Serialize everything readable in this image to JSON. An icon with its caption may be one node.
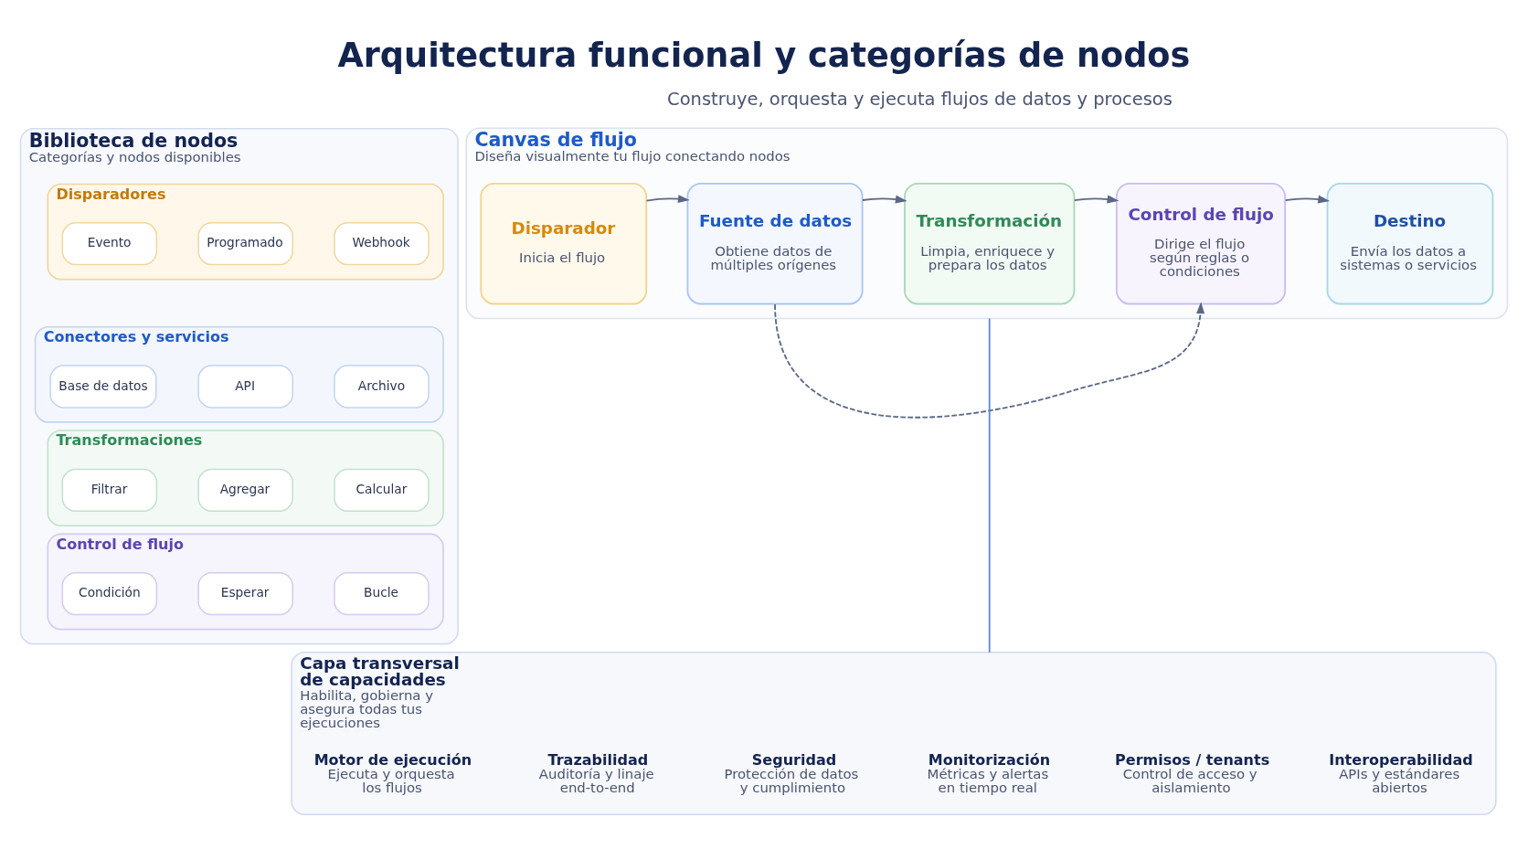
{
  "diagram": {
    "title": "Arquitectura funcional y categorías de nodos",
    "nodes": [
      {
        "text": [
          "Biblioteca de nodos",
          "Categorías y nodos disponibles"
        ]
      },
      {
        "text": [
          "Disparadores"
        ],
        "in": 0
      },
      {
        "text": [
          "Evento"
        ],
        "in": 1
      },
      {
        "text": [
          "Programado"
        ],
        "in": 1
      },
      {
        "text": [
          "Webhook"
        ],
        "in": 1
      },
      {
        "text": [
          "Conectores y servicios"
        ],
        "in": 0
      },
      {
        "text": [
          "Base de datos"
        ],
        "in": 5
      },
      {
        "text": [
          "API"
        ],
        "in": 5
      },
      {
        "text": [
          "Archivo"
        ],
        "in": 5
      },
      {
        "text": [
          "Transformaciones"
        ],
        "in": 0
      },
      {
        "text": [
          "Filtrar"
        ],
        "in": 9
      },
      {
        "text": [
          "Agregar"
        ],
        "in": 9
      },
      {
        "text": [
          "Calcular"
        ],
        "in": 9
      },
      {
        "text": [
          "Control de flujo"
        ],
        "in": 0
      },
      {
        "text": [
          "Condición"
        ],
        "in": 13
      },
      {
        "text": [
          "Esperar"
        ],
        "in": 13
      },
      {
        "text": [
          "Bucle"
        ],
        "in": 13
      },
      {
        "text": [
          "Canvas de flujo",
          "Diseña visualmente tu flujo conectando nodos"
        ]
      },
      {
        "text": [
          "Disparador",
          "Inicia el flujo"
        ],
        "in": 17
      },
      {
        "text": [
          "Fuente de datos",
          "Obtiene datos de múltiples orígenes"
        ],
        "in": 17
      },
      {
        "text": [
          "Transformación",
          "Limpia, enriquece y prepara los datos"
        ],
        "in": 17
      },
      {
        "text": [
          "Control de flujo",
          "Dirige el flujo según reglas o condiciones"
        ],
        "in": 17
      },
      {
        "text": [
          "Destino",
          "Envía los datos a sistemas o servicios"
        ],
        "in": 17
      },
      {
        "text": [
          "Capa transversal de capacidades",
          "Habilita, gobierna y asegura todas tus ejecuciones"
        ]
      },
      {
        "text": [
          "Motor de ejecución",
          "Ejecuta y orquesta los flujos"
        ],
        "in": 23
      },
      {
        "text": [
          "Trazabilidad",
          "Auditoría y linaje end-to-end"
        ],
        "in": 23
      },
      {
        "text": [
          "Seguridad",
          "Protección de datos y cumplimiento"
        ],
        "in": 23
      },
      {
        "text": [
          "Monitorización",
          "Métricas y alertas en tiempo real"
        ],
        "in": 23
      },
      {
        "text": [
          "Permisos / tenants",
          "Control de acceso y aislamiento"
        ],
        "in": 23
      },
      {
        "text": [
          "Interoperabilidad",
          "APIs y estándares abiertos"
        ],
        "in": 23
      }
    ],
    "edges": [
      {
        "from": 18,
        "to": 19,
        "arrow": "to"
      },
      {
        "from": 19,
        "to": 20,
        "arrow": "to"
      },
      {
        "from": 20,
        "to": 21,
        "arrow": "to"
      },
      {
        "from": 21,
        "to": 22,
        "arrow": "to"
      },
      {
        "from": 19,
        "to": 21,
        "arrow": "to",
        "style": "dashed"
      },
      {
        "from": 17,
        "to": 23,
        "arrow": "none",
        "color": "#5b8bd9"
      }
    ],
    "labels": [
      "Construye, orquesta y ejecuta flujos de datos y procesos"
    ]
  }
}
